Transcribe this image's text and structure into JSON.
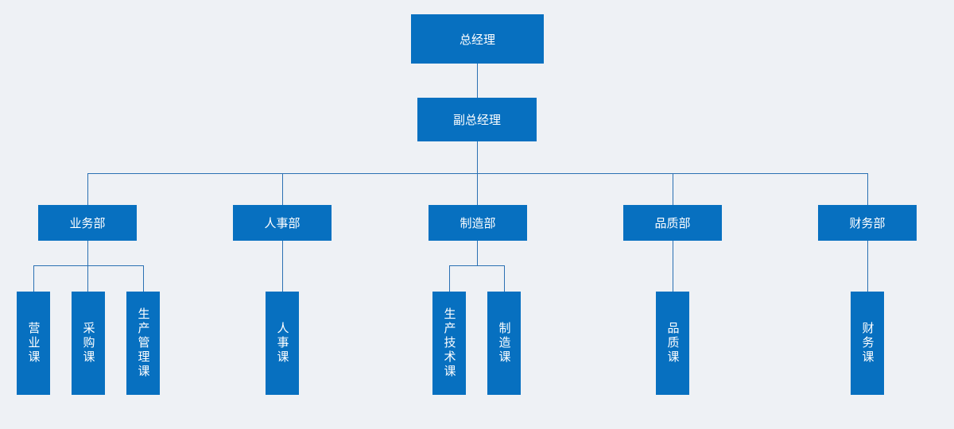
{
  "chart": {
    "top": {
      "label": "总经理"
    },
    "deputy": {
      "label": "副总经理"
    },
    "departments": [
      {
        "label": "业务部",
        "sections": [
          "营业课",
          "采购课",
          "生产管理课"
        ]
      },
      {
        "label": "人事部",
        "sections": [
          "人事课"
        ]
      },
      {
        "label": "制造部",
        "sections": [
          "生产技术课",
          "制造课"
        ]
      },
      {
        "label": "品质部",
        "sections": [
          "品质课"
        ]
      },
      {
        "label": "财务部",
        "sections": [
          "财务课"
        ]
      }
    ]
  },
  "colors": {
    "background": "#eef1f5",
    "box_fill": "#0770c0",
    "box_text": "#ffffff",
    "connector": "#2a70b3"
  }
}
